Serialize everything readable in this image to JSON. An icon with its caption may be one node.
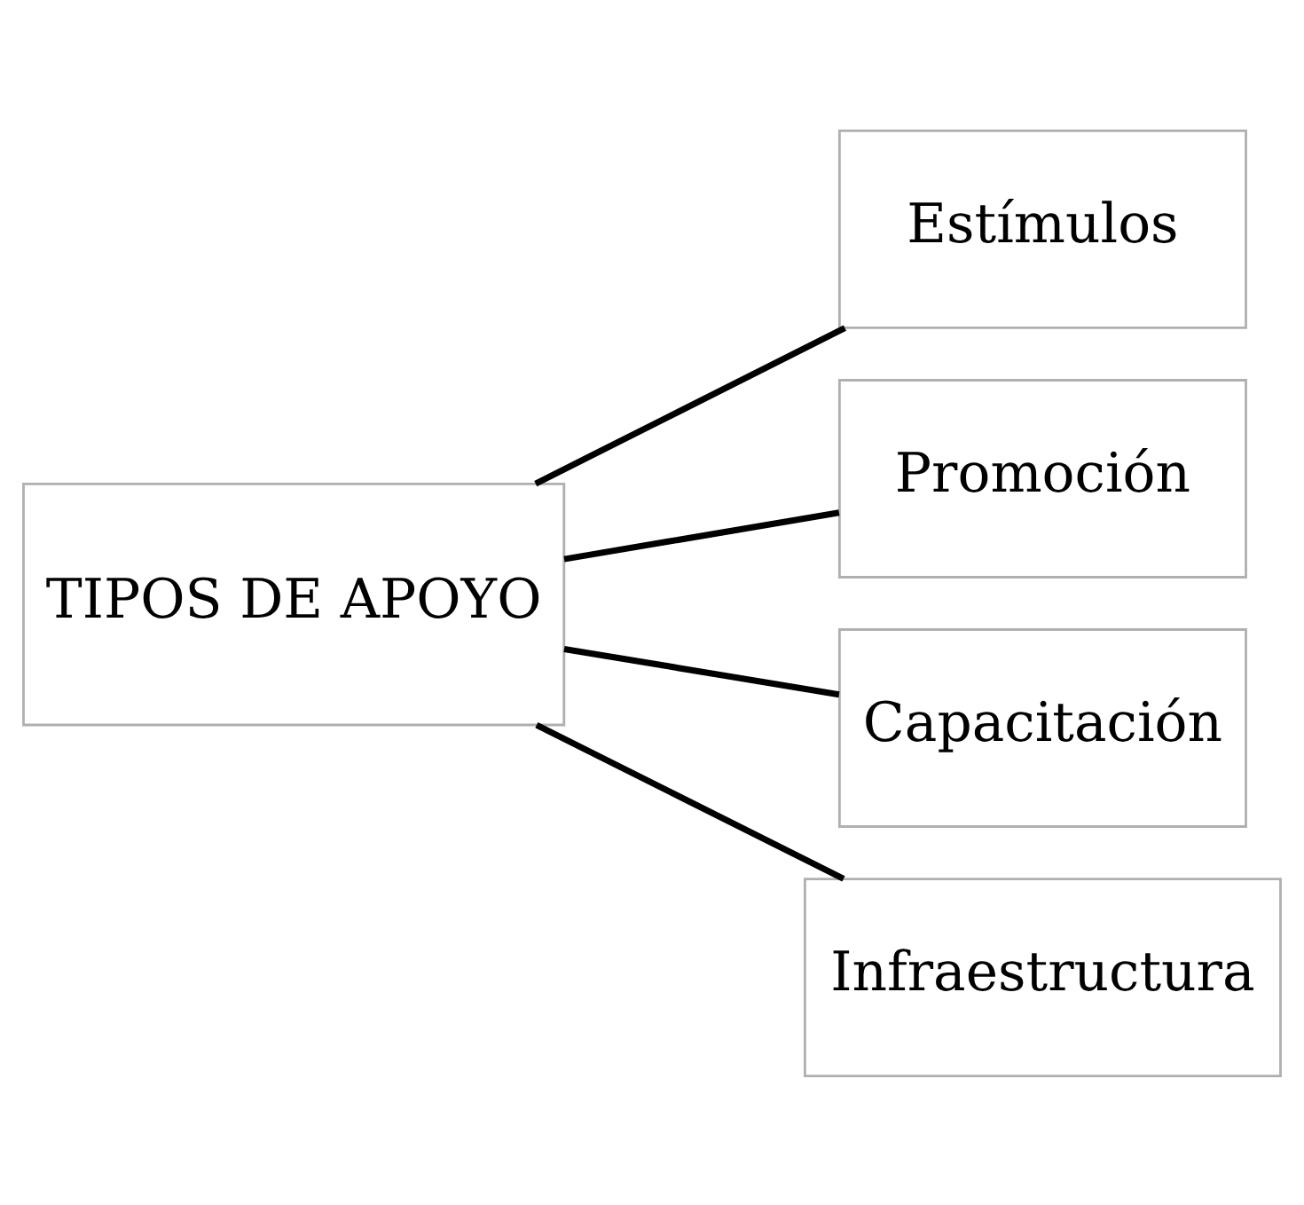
{
  "diagram": {
    "nodes": [
      {
        "text": [
          "TIPOS DE APOYO"
        ]
      },
      {
        "text": [
          "Estímulos"
        ]
      },
      {
        "text": [
          "Promoción"
        ]
      },
      {
        "text": [
          "Capacitación"
        ]
      },
      {
        "text": [
          "Infraestructura"
        ]
      }
    ],
    "edges": [
      {
        "from": 0,
        "to": 1,
        "arrow": "none"
      },
      {
        "from": 0,
        "to": 2,
        "arrow": "none"
      },
      {
        "from": 0,
        "to": 3,
        "arrow": "none"
      },
      {
        "from": 0,
        "to": 4,
        "arrow": "none"
      }
    ]
  }
}
